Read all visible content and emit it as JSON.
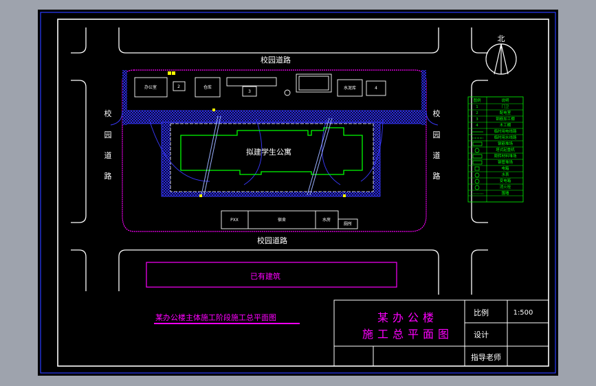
{
  "drawing": {
    "north_label": "北",
    "road_top": "校园道路",
    "road_bottom": "校园道路",
    "road_left": [
      "校",
      "园",
      "道",
      "路"
    ],
    "road_right": [
      "校",
      "园",
      "道",
      "路"
    ],
    "building_label": "拟建学生公寓",
    "existing_building": "已有建筑",
    "rooms_top": [
      "办公室",
      "2",
      "仓库",
      "3",
      "水泥库",
      "4"
    ],
    "rooms_bottom": [
      "PXX",
      "宿舍",
      "水房",
      "厕所"
    ],
    "plan_title": "某办公楼主体施工阶段施工总平面图"
  },
  "legend": {
    "header": [
      "图例",
      "说明"
    ],
    "rows": [
      {
        "code": "1",
        "desc": "门卫"
      },
      {
        "code": "2",
        "desc": "配电室"
      },
      {
        "code": "3",
        "desc": "钢筋加工棚"
      },
      {
        "code": "4",
        "desc": "木工棚"
      },
      {
        "code": "",
        "desc": "临时用电线路"
      },
      {
        "code": "",
        "desc": "临时用水线路"
      },
      {
        "code": "",
        "desc": "钢筋堆场"
      },
      {
        "code": "",
        "desc": "塔式起重机"
      },
      {
        "code": "",
        "desc": "周转材料堆场"
      },
      {
        "code": "",
        "desc": "钢管堆场"
      },
      {
        "code": "",
        "desc": "电箱"
      },
      {
        "code": "",
        "desc": "水表"
      },
      {
        "code": "",
        "desc": "变电箱"
      },
      {
        "code": "",
        "desc": "消火栓"
      },
      {
        "code": "",
        "desc": "围墙"
      }
    ]
  },
  "title_block": {
    "name_line1": "某办公楼",
    "name_line2": "施工总平面图",
    "scale_label": "比例",
    "scale_value": "1:500",
    "design_label": "设计",
    "advisor_label": "指导老师"
  },
  "colors": {
    "background": "#000000",
    "frame": "#2a3cff",
    "white": "#ffffff",
    "magenta": "#ff00ff",
    "green": "#00ff00",
    "blue": "#3a3aff",
    "yellow": "#ffff00"
  }
}
